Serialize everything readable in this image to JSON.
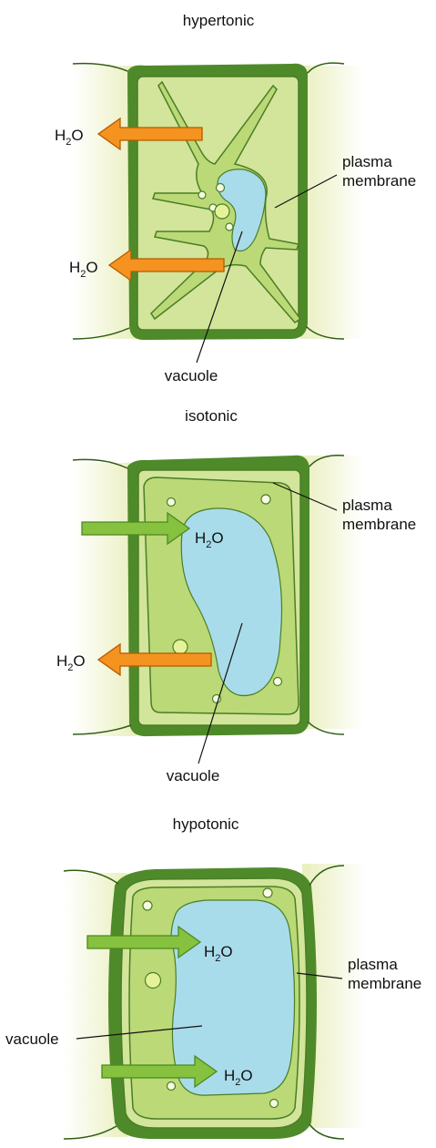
{
  "panels": [
    {
      "title": "hypertonic",
      "labels": {
        "membrane_1": "plasma",
        "membrane_2": "membrane",
        "vacuole": "vacuole"
      },
      "arrows": [
        {
          "text_h": "H",
          "text_sub": "2",
          "text_o": "O",
          "direction": "out"
        },
        {
          "text_h": "H",
          "text_sub": "2",
          "text_o": "O",
          "direction": "out"
        }
      ]
    },
    {
      "title": "isotonic",
      "labels": {
        "membrane_1": "plasma",
        "membrane_2": "membrane",
        "vacuole": "vacuole"
      },
      "arrows": [
        {
          "text_h": "H",
          "text_sub": "2",
          "text_o": "O",
          "direction": "in"
        },
        {
          "text_h": "H",
          "text_sub": "2",
          "text_o": "O",
          "direction": "out"
        }
      ]
    },
    {
      "title": "hypotonic",
      "labels": {
        "membrane_1": "plasma",
        "membrane_2": "membrane",
        "vacuole": "vacuole"
      },
      "arrows": [
        {
          "text_h": "H",
          "text_sub": "2",
          "text_o": "O",
          "direction": "in"
        },
        {
          "text_h": "H",
          "text_sub": "2",
          "text_o": "O",
          "direction": "in"
        }
      ]
    }
  ],
  "colors": {
    "cell_wall": "#4f8a2a",
    "cytoplasm": "#d2e59a",
    "vacuole": "#a9dcea",
    "water_out_arrow": "#f59320",
    "water_in_arrow": "#86c13f",
    "background_glow": "#eef3c8"
  }
}
